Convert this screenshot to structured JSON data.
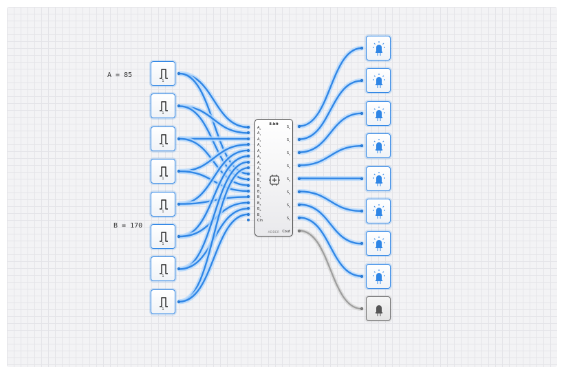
{
  "labels": {
    "a": "A = 85",
    "b": "B = 170"
  },
  "chip": {
    "title": "8-bit",
    "subtitle": "ADDER",
    "inputs": [
      {
        "name": "A",
        "sub": "0"
      },
      {
        "name": "A",
        "sub": "1"
      },
      {
        "name": "A",
        "sub": "2"
      },
      {
        "name": "A",
        "sub": "3"
      },
      {
        "name": "A",
        "sub": "4"
      },
      {
        "name": "A",
        "sub": "5"
      },
      {
        "name": "A",
        "sub": "6"
      },
      {
        "name": "A",
        "sub": "7"
      },
      {
        "name": "B",
        "sub": "0"
      },
      {
        "name": "B",
        "sub": "1"
      },
      {
        "name": "B",
        "sub": "2"
      },
      {
        "name": "B",
        "sub": "3"
      },
      {
        "name": "B",
        "sub": "4"
      },
      {
        "name": "B",
        "sub": "5"
      },
      {
        "name": "B",
        "sub": "6"
      },
      {
        "name": "B",
        "sub": "7"
      },
      {
        "name": "Cin",
        "sub": ""
      }
    ],
    "outputs": [
      {
        "name": "S",
        "sub": "0"
      },
      {
        "name": "S",
        "sub": "1"
      },
      {
        "name": "S",
        "sub": "2"
      },
      {
        "name": "S",
        "sub": "3"
      },
      {
        "name": "S",
        "sub": "4"
      },
      {
        "name": "S",
        "sub": "5"
      },
      {
        "name": "S",
        "sub": "6"
      },
      {
        "name": "S",
        "sub": "7"
      },
      {
        "name": "Cout",
        "sub": ""
      }
    ]
  },
  "switches": [
    {
      "value": "1"
    },
    {
      "value": "1"
    },
    {
      "value": "1"
    },
    {
      "value": "1"
    },
    {
      "value": "1"
    },
    {
      "value": "1"
    },
    {
      "value": "1"
    },
    {
      "value": "1"
    }
  ],
  "leds": [
    {
      "state": "on"
    },
    {
      "state": "on"
    },
    {
      "state": "on"
    },
    {
      "state": "on"
    },
    {
      "state": "on"
    },
    {
      "state": "on"
    },
    {
      "state": "on"
    },
    {
      "state": "on"
    },
    {
      "state": "off"
    }
  ],
  "colors": {
    "active": "#2f86e6",
    "inactive": "#9d9d9d",
    "grid": "#e4e4e8",
    "canvas": "#f3f3f5"
  },
  "icons": {
    "switch": "pulse-icon",
    "led": "led-icon",
    "chip": "chip-icon"
  }
}
